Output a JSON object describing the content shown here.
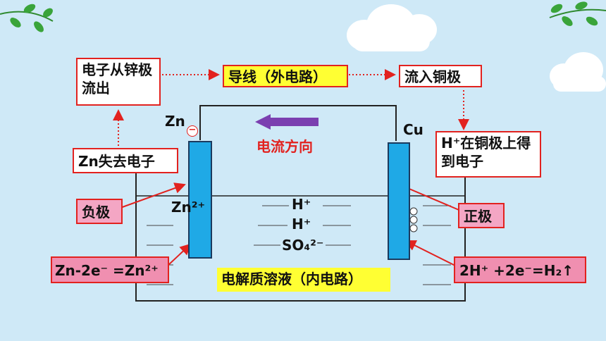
{
  "labels": {
    "electron_out": "电子从锌极流出",
    "wire": "导线（外电路）",
    "to_copper": "流入铜极",
    "h_gain": "H⁺在铜极上得到电子",
    "zn_lose": "Zn失去电子",
    "current_dir": "电流方向",
    "neg_pole": "负极",
    "pos_pole": "正极",
    "neg_reaction": "Zn-2e⁻ =Zn²⁺",
    "pos_reaction": "2H⁺ +2e⁻=H₂↑",
    "electrolyte": "电解质溶液（内电路）",
    "zn": "Zn",
    "cu": "Cu",
    "minus": "−",
    "zn_ion": "Zn²⁺",
    "h_ion_1": "H⁺",
    "h_ion_2": "H⁺",
    "sulfate": "SO₄²⁻"
  },
  "colors": {
    "background": "#cfe9f7",
    "border_red": "#e2221f",
    "electrode": "#1fa9e6",
    "arrow": "#7b3fb0",
    "highlight_yellow": "#ffff33",
    "highlight_pink": "#f08fb0"
  }
}
